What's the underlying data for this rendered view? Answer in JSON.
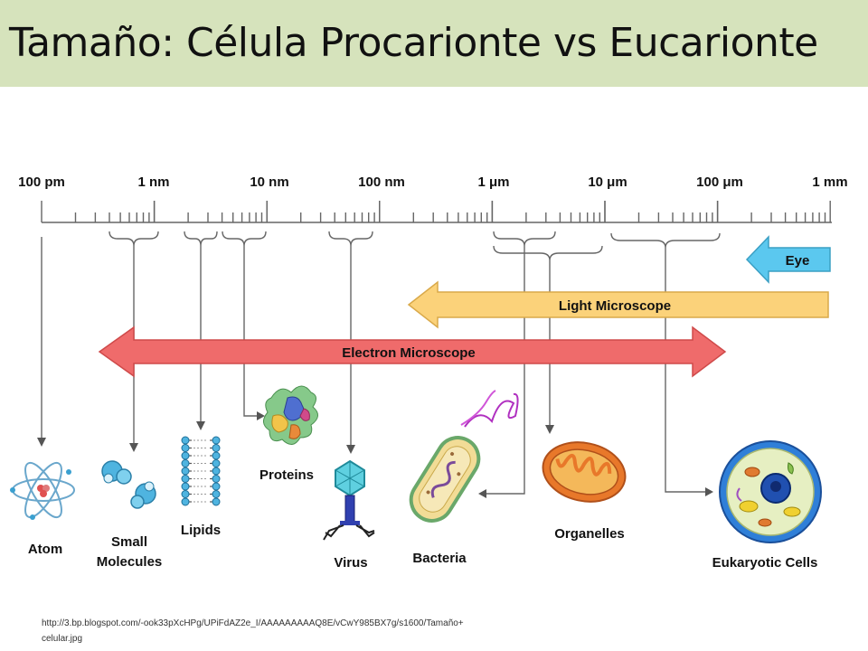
{
  "title": "Tamaño: Célula Procarionte vs Eucarionte",
  "scale": [
    "100 pm",
    "1 nm",
    "10 nm",
    "100 nm",
    "1 μm",
    "10 μm",
    "100 μm",
    "1 mm"
  ],
  "ranges": {
    "eye": "Eye",
    "light": "Light Microscope",
    "electron": "Electron Microscope"
  },
  "items": {
    "atom": "Atom",
    "small1": "Small",
    "small2": "Molecules",
    "lipids": "Lipids",
    "proteins": "Proteins",
    "virus": "Virus",
    "bacteria": "Bacteria",
    "organelles": "Organelles",
    "eukaryotic": "Eukaryotic Cells"
  },
  "source": "http://3.bp.blogspot.com/-ook33pXcHPg/UPiFdAZ2e_I/AAAAAAAAAQ8E/vCwY985BX7g/s1600/Tamaño+celular.jpg",
  "colors": {
    "title_bg": "#d6e3bc",
    "eye": "#5bc8ef",
    "light": "#fbd27a",
    "electron": "#ef6b6b"
  }
}
